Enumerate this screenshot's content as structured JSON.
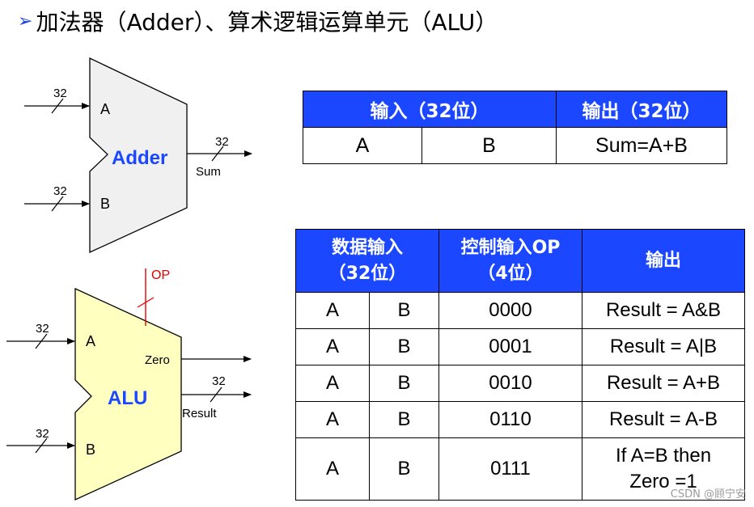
{
  "title": {
    "marker": "➢",
    "text": "加法器（Adder）、算术逻辑运算单元（ALU）"
  },
  "adder": {
    "name": "Adder",
    "input_a_label": "A",
    "input_b_label": "B",
    "input_a_width": "32",
    "input_b_width": "32",
    "output_label": "Sum",
    "output_width": "32",
    "fill_color": "#f0f0f0"
  },
  "alu": {
    "name": "ALU",
    "input_a_label": "A",
    "input_b_label": "B",
    "input_a_width": "32",
    "input_b_width": "32",
    "op_label": "OP",
    "zero_label": "Zero",
    "result_label": "Result",
    "result_width": "32",
    "fill_color": "#ffffc0",
    "op_color": "#e00000"
  },
  "table1": {
    "headers": [
      "输入（32位）",
      "输出（32位）"
    ],
    "row": [
      "A",
      "B",
      "Sum=A+B"
    ]
  },
  "table2": {
    "headers": [
      "数据输入\n（32位）",
      "控制输入OP\n（4位）",
      "输出"
    ],
    "rows": [
      [
        "A",
        "B",
        "0000",
        "Result = A&B"
      ],
      [
        "A",
        "B",
        "0001",
        "Result = A|B"
      ],
      [
        "A",
        "B",
        "0010",
        "Result = A+B"
      ],
      [
        "A",
        "B",
        "0110",
        "Result = A-B"
      ],
      [
        "A",
        "B",
        "0111",
        "If A=B then\nZero =1"
      ]
    ]
  },
  "accent_color": "#1a47ff",
  "watermark": "CSDN @顾宁安"
}
